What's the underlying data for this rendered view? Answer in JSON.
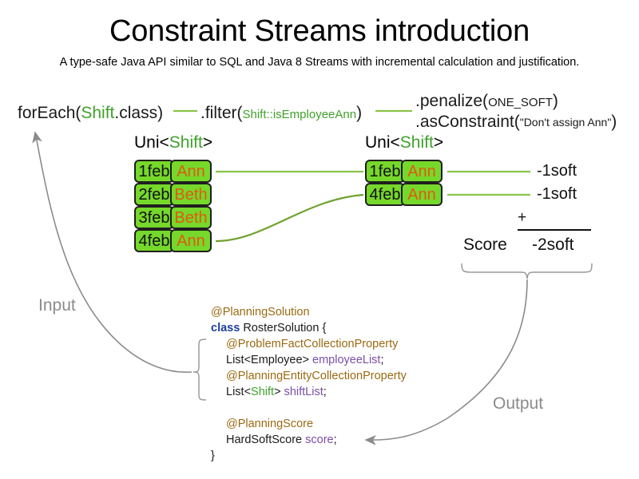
{
  "header": {
    "title": "Constraint Streams introduction",
    "subtitle": "A type-safe Java API similar to SQL and Java 8 Streams with incremental calculation and justification."
  },
  "pipeline": {
    "for_each": {
      "call": "forEach(",
      "type": "Shift",
      "tail": ".class)"
    },
    "filter": {
      "call": ".filter(",
      "arg": "Shift::isEmployeeAnn",
      "tail": ")"
    },
    "penalize": {
      "call": ".penalize(",
      "arg": "ONE_SOFT",
      "tail": ")"
    },
    "as_constraint": {
      "call": ".asConstraint(",
      "arg": "\"Don't assign Ann\"",
      "tail": ")"
    }
  },
  "streams": {
    "left": {
      "header_prefix": "Uni<",
      "header_type": "Shift",
      "header_suffix": ">",
      "rows": [
        {
          "date": "1feb",
          "employee": "Ann"
        },
        {
          "date": "2feb",
          "employee": "Beth"
        },
        {
          "date": "3feb",
          "employee": "Beth"
        },
        {
          "date": "4feb",
          "employee": "Ann"
        }
      ]
    },
    "right": {
      "header_prefix": "Uni<",
      "header_type": "Shift",
      "header_suffix": ">",
      "rows": [
        {
          "date": "1feb",
          "employee": "Ann",
          "result": "-1soft"
        },
        {
          "date": "4feb",
          "employee": "Ann",
          "result": "-1soft"
        }
      ]
    }
  },
  "score": {
    "label": "Score",
    "operator": "+",
    "total": "-2soft"
  },
  "flow": {
    "input_label": "Input",
    "output_label": "Output"
  },
  "code": {
    "lines": [
      {
        "indent": 0,
        "parts": [
          {
            "t": "@PlanningSolution",
            "c": "anno"
          }
        ]
      },
      {
        "indent": 0,
        "parts": [
          {
            "t": "class ",
            "c": "kw"
          },
          {
            "t": "RosterSolution {",
            "c": "plain"
          }
        ]
      },
      {
        "indent": 1,
        "parts": [
          {
            "t": "@ProblemFactCollectionProperty",
            "c": "anno"
          }
        ]
      },
      {
        "indent": 1,
        "parts": [
          {
            "t": "List<Employee> ",
            "c": "plain"
          },
          {
            "t": "employeeList",
            "c": "var"
          },
          {
            "t": ";",
            "c": "plain"
          }
        ]
      },
      {
        "indent": 1,
        "parts": [
          {
            "t": "@PlanningEntityCollectionProperty",
            "c": "anno"
          }
        ]
      },
      {
        "indent": 1,
        "parts": [
          {
            "t": "List<",
            "c": "plain"
          },
          {
            "t": "Shift",
            "c": "green"
          },
          {
            "t": "> ",
            "c": "plain"
          },
          {
            "t": "shiftList",
            "c": "var"
          },
          {
            "t": ";",
            "c": "plain"
          }
        ]
      },
      {
        "indent": 1,
        "parts": [
          {
            "t": " ",
            "c": "plain"
          }
        ]
      },
      {
        "indent": 1,
        "parts": [
          {
            "t": "@PlanningScore",
            "c": "anno"
          }
        ]
      },
      {
        "indent": 1,
        "parts": [
          {
            "t": "HardSoftScore ",
            "c": "plain"
          },
          {
            "t": "score",
            "c": "var"
          },
          {
            "t": ";",
            "c": "plain"
          }
        ]
      },
      {
        "indent": 0,
        "parts": [
          {
            "t": "}",
            "c": "plain"
          }
        ]
      }
    ]
  },
  "colors": {
    "fact_fill": "#76D82A",
    "fact_border": "#1f1f1f",
    "employee_text": "#DF5A12",
    "type_green": "#3FA22B",
    "wire_green": "#8BC34A",
    "flow_gray": "#8b8b8b",
    "annotation_brown": "#9A6A12",
    "keyword_blue": "#20419A",
    "variable_purple": "#7A4FA8"
  }
}
